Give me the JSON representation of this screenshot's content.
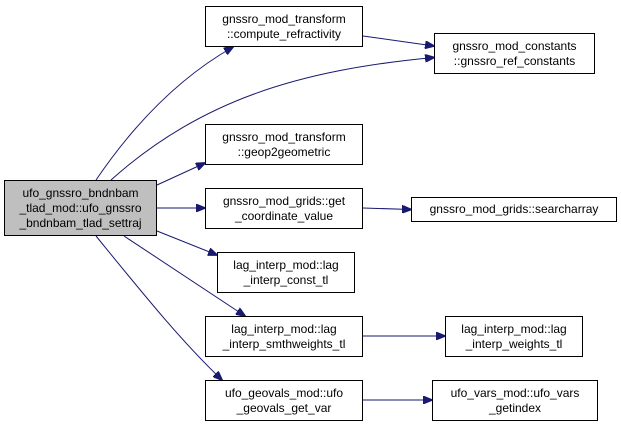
{
  "colors": {
    "edge": "#191970",
    "root_fill": "#bfbfbf",
    "node_fill": "#ffffff",
    "border": "#000000"
  },
  "nodes": {
    "root": {
      "lines": [
        "ufo_gnssro_bndnbam",
        "_tlad_mod::ufo_gnssro",
        "_bndnbam_tlad_settraj"
      ]
    },
    "n1": {
      "lines": [
        "gnssro_mod_transform",
        "::compute_refractivity"
      ]
    },
    "n2": {
      "lines": [
        "gnssro_mod_constants",
        "::gnssro_ref_constants"
      ]
    },
    "n3": {
      "lines": [
        "gnssro_mod_transform",
        "::geop2geometric"
      ]
    },
    "n4": {
      "lines": [
        "gnssro_mod_grids::get",
        "_coordinate_value"
      ]
    },
    "n5": {
      "lines": [
        "gnssro_mod_grids::searcharray"
      ]
    },
    "n6": {
      "lines": [
        "lag_interp_mod::lag",
        "_interp_const_tl"
      ]
    },
    "n7": {
      "lines": [
        "lag_interp_mod::lag",
        "_interp_smthweights_tl"
      ]
    },
    "n8": {
      "lines": [
        "lag_interp_mod::lag",
        "_interp_weights_tl"
      ]
    },
    "n9": {
      "lines": [
        "ufo_geovals_mod::ufo",
        "_geovals_get_var"
      ]
    },
    "n10": {
      "lines": [
        "ufo_vars_mod::ufo_vars",
        "_getindex"
      ]
    }
  },
  "edges": [
    [
      "root",
      "n1"
    ],
    [
      "root",
      "n2"
    ],
    [
      "root",
      "n3"
    ],
    [
      "root",
      "n4"
    ],
    [
      "root",
      "n6"
    ],
    [
      "root",
      "n7"
    ],
    [
      "root",
      "n9"
    ],
    [
      "n1",
      "n2"
    ],
    [
      "n4",
      "n5"
    ],
    [
      "n7",
      "n8"
    ],
    [
      "n9",
      "n10"
    ]
  ]
}
